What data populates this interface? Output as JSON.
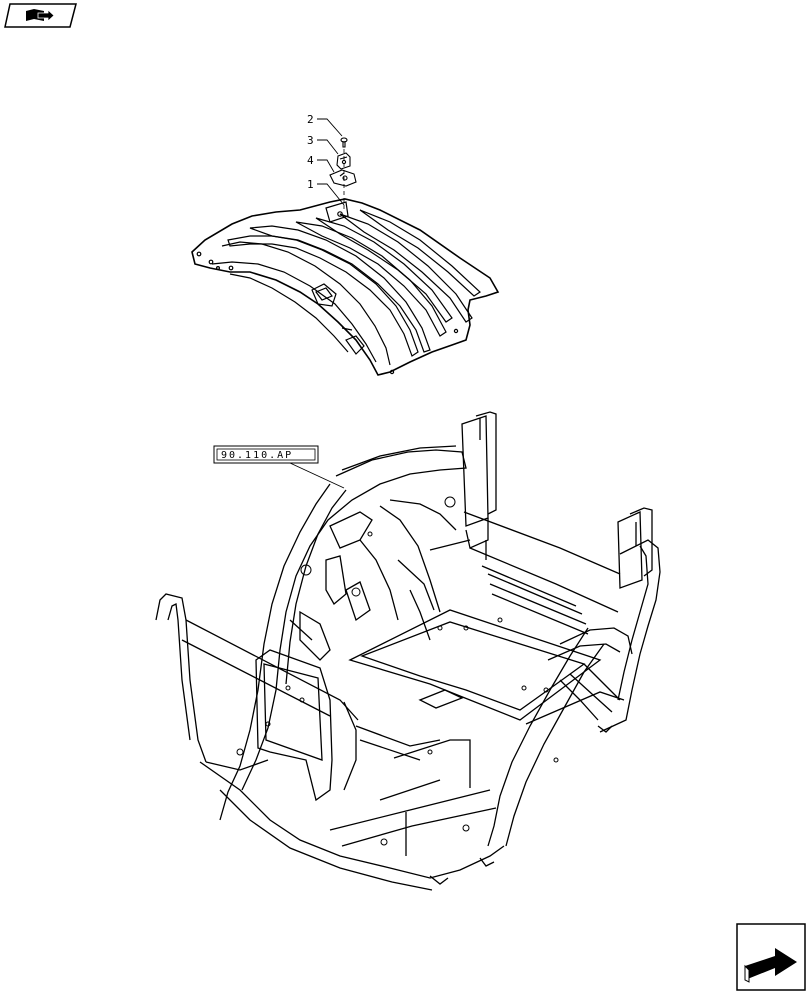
{
  "callouts": [
    {
      "id": "2",
      "label": "2"
    },
    {
      "id": "3",
      "label": "3"
    },
    {
      "id": "4",
      "label": "4"
    },
    {
      "id": "1",
      "label": "1"
    }
  ],
  "reference": {
    "label": "90.110.AP"
  },
  "icons": {
    "top_nav": "book-arrow-icon",
    "bottom_nav": "next-page-arrow-icon"
  }
}
